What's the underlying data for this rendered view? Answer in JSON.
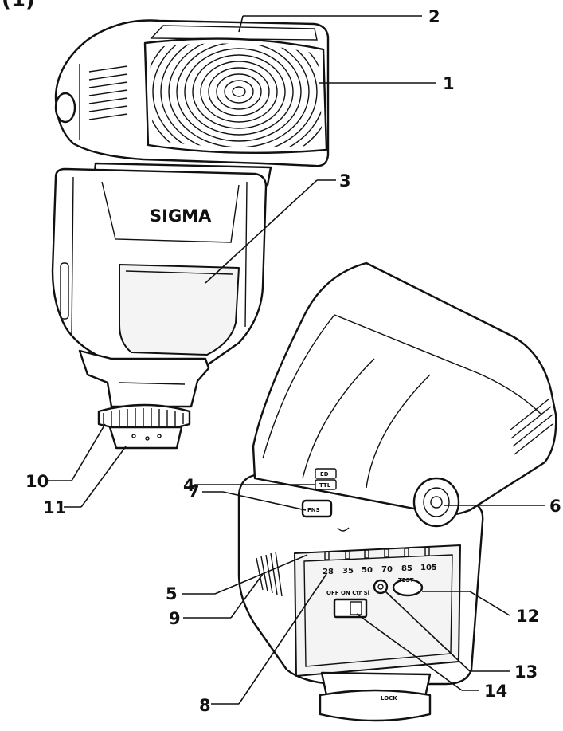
{
  "header": {
    "label": "(1)"
  },
  "flash_front": {
    "brand": "SIGMA"
  },
  "flash_back": {
    "mode_button": "FNS",
    "mode_labels": [
      "ED",
      "TTL"
    ],
    "test_button": "TEST",
    "switch_text": "OFF ON Ctr Sl",
    "lock_label": "LOCK",
    "zoom_scale": [
      "28",
      "35",
      "50",
      "70",
      "85",
      "105"
    ]
  },
  "callouts": [
    {
      "id": "c1",
      "number": "1"
    },
    {
      "id": "c2",
      "number": "2"
    },
    {
      "id": "c3",
      "number": "3"
    },
    {
      "id": "c4",
      "number": "4"
    },
    {
      "id": "c5",
      "number": "5"
    },
    {
      "id": "c6",
      "number": "6"
    },
    {
      "id": "c7",
      "number": "7"
    },
    {
      "id": "c8",
      "number": "8"
    },
    {
      "id": "c9",
      "number": "9"
    },
    {
      "id": "c10",
      "number": "10"
    },
    {
      "id": "c11",
      "number": "11"
    },
    {
      "id": "c12",
      "number": "12"
    },
    {
      "id": "c13",
      "number": "13"
    },
    {
      "id": "c14",
      "number": "14"
    }
  ]
}
